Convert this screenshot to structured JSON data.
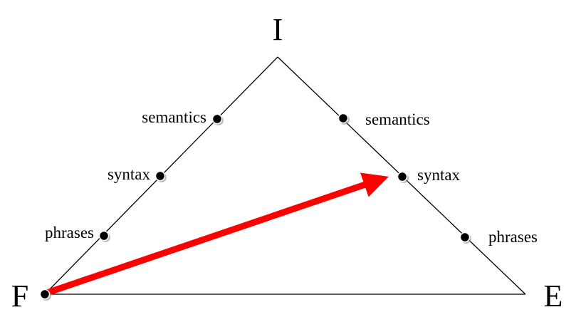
{
  "diagram": {
    "corners": {
      "top": "I",
      "left": "F",
      "right": "E"
    },
    "left_side_levels": [
      "semantics",
      "syntax",
      "phrases"
    ],
    "right_side_levels": [
      "semantics",
      "syntax",
      "phrases"
    ],
    "arrow": {
      "from": "F",
      "to": "syntax",
      "color": "#ff0000"
    },
    "colors": {
      "line": "#000000",
      "dot": "#000000",
      "arrow": "#ff0000"
    }
  }
}
